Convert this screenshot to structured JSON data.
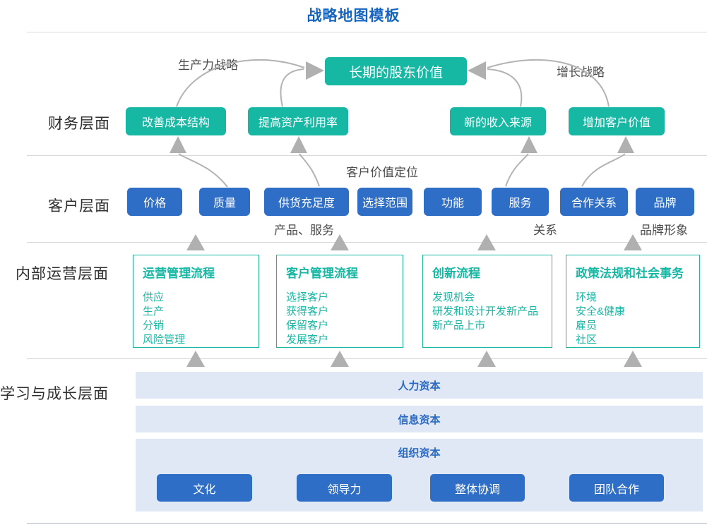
{
  "title": "战略地图模板",
  "colors": {
    "title_blue": "#1565c0",
    "teal": "#17b8a3",
    "blue": "#2f6ec7",
    "band_bg": "#e0e8f6",
    "band_text": "#2b6ac3",
    "arrow_gray": "#b0b0b0",
    "divider": "#d8d8d8"
  },
  "layers": {
    "financial": {
      "label": "财务层面",
      "center_box": "长期的股东价值",
      "left_strategy_label": "生产力战略",
      "right_strategy_label": "增长战略",
      "boxes": [
        "改善成本结构",
        "提高资产利用率",
        "新的收入来源",
        "增加客户价值"
      ]
    },
    "customer": {
      "label": "客户层面",
      "heading": "客户价值定位",
      "boxes": [
        "价格",
        "质量",
        "供货充足度",
        "选择范围",
        "功能",
        "服务",
        "合作关系",
        "品牌"
      ],
      "sublabels": [
        "产品、服务",
        "关系",
        "品牌形象"
      ]
    },
    "internal": {
      "label": "内部运营层面",
      "boxes": [
        {
          "title": "运营管理流程",
          "items": [
            "供应",
            "生产",
            "分销",
            "风险管理"
          ]
        },
        {
          "title": "客户管理流程",
          "items": [
            "选择客户",
            "获得客户",
            "保留客户",
            "发展客户"
          ]
        },
        {
          "title": "创新流程",
          "items": [
            "发现机会",
            "研发和设计开发新产品",
            "新产品上市"
          ]
        },
        {
          "title": "政策法规和社会事务",
          "items": [
            "环境",
            "安全&健康",
            "雇员",
            "社区"
          ]
        }
      ]
    },
    "learning": {
      "label": "学习与成长层面",
      "bands": [
        "人力资本",
        "信息资本",
        "组织资本"
      ],
      "buttons": [
        "文化",
        "领导力",
        "整体协调",
        "团队合作"
      ]
    }
  }
}
